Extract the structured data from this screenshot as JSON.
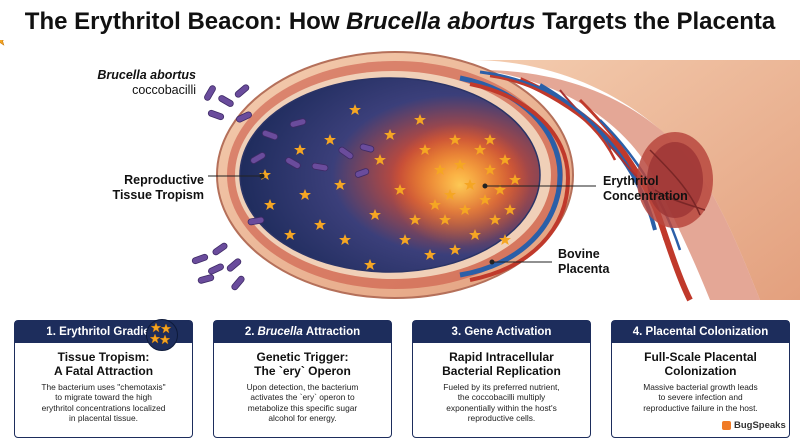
{
  "title": {
    "part1": "The Erythritol Beacon: How ",
    "italic": "Brucella abortus",
    "part2": " Targets the Placenta"
  },
  "labels": {
    "bacteria_italic": "Brucella abortus",
    "bacteria_sub": "coccobacilli",
    "tropism_line1": "Reproductive",
    "tropism_line2": "Tissue Tropism",
    "erythritol_line1": "Erythritol",
    "erythritol_line2": "Concentration",
    "placenta_line1": "Bovine",
    "placenta_line2": "Placenta"
  },
  "cards": [
    {
      "header": "1. Erythritol Gradient",
      "subtitle_line1": "Tissue Tropism:",
      "subtitle_line2": "A Fatal Attraction",
      "body_lines": [
        "The bacterium uses \"chemotaxis\"",
        "to migrate toward the high",
        "erythritol concentrations localized",
        "in placental tissue."
      ]
    },
    {
      "header_prefix": "2.",
      "header_italic": "Brucella",
      "header_rest": "Attraction",
      "subtitle_line1": "Genetic Trigger:",
      "subtitle_line2": "The `ery` Operon",
      "body_lines": [
        "Upon detection, the bacterium",
        "activates the `ery` operon to",
        "metabolize this specific sugar",
        "alcohol for energy."
      ]
    },
    {
      "header": "3. Gene Activation",
      "subtitle_line1": "Rapid Intracellular",
      "subtitle_line2": "Bacterial Replication",
      "body_lines": [
        "Fueled by its preferred nutrient,",
        "the coccobacilli multiply",
        "exponentially within the host's",
        "reproductive cells."
      ]
    },
    {
      "header": "4. Placental Colonization",
      "subtitle_line1": "Full-Scale Placental",
      "subtitle_line2": "Colonization",
      "body_lines": [
        "Massive bacterial growth leads",
        "to severe infection and",
        "reproductive failure in the host."
      ]
    }
  ],
  "logo": "BugSpeaks",
  "colors": {
    "navy": "#1d2d5c",
    "star": "#f5a623",
    "bacteria": "#6a4c9c",
    "tissue": "#e9b79a",
    "vessel": "#c0392b"
  }
}
